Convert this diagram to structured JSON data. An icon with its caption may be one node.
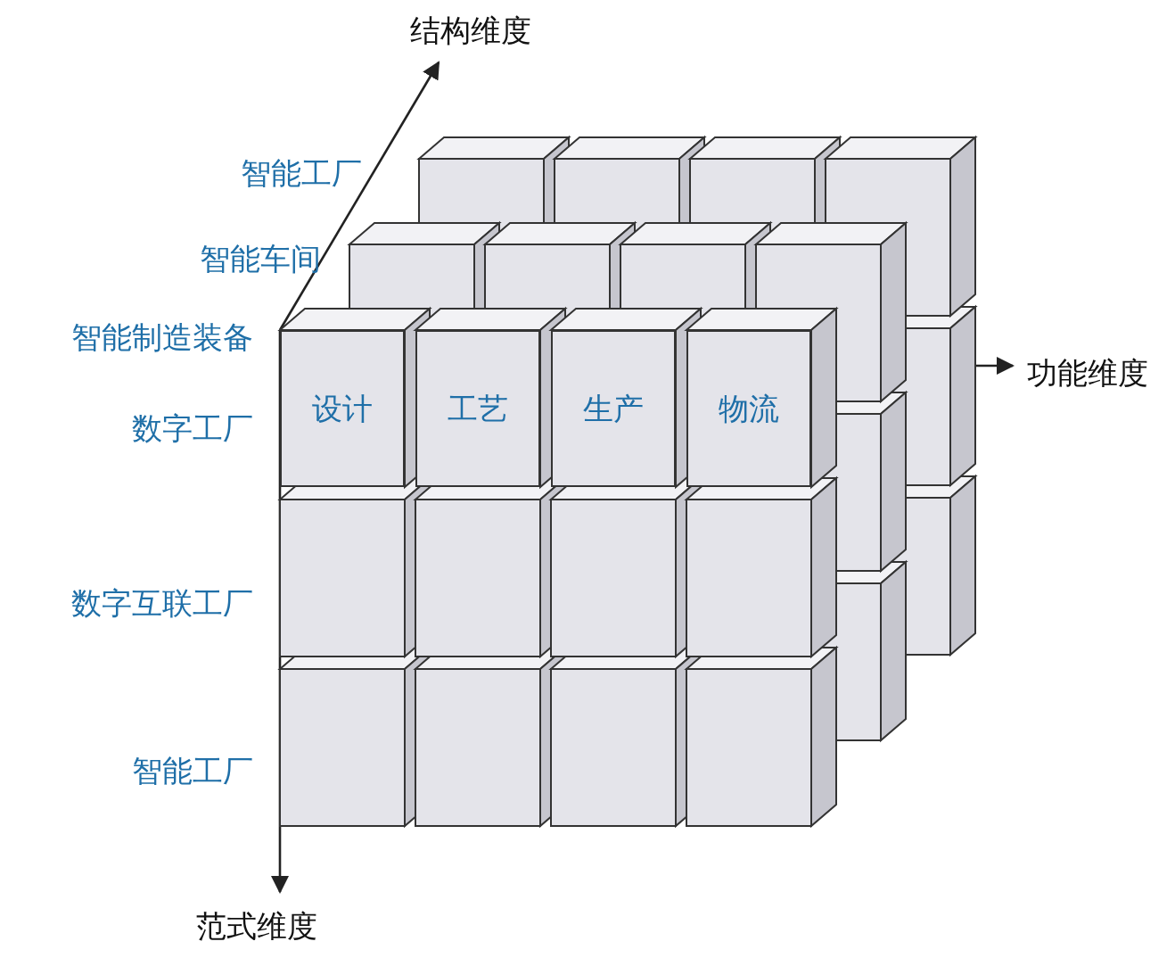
{
  "diagram": {
    "nodes": [
      {
        "text": [
          "设计"
        ]
      },
      {
        "text": [
          "工艺"
        ]
      },
      {
        "text": [
          "生产"
        ]
      },
      {
        "text": [
          "物流"
        ]
      }
    ],
    "labels": [
      "结构维度",
      "智能工厂",
      "智能车间",
      "智能制造装备",
      "功能维度",
      "数字工厂",
      "数字互联工厂",
      "智能工厂",
      "范式维度"
    ]
  }
}
